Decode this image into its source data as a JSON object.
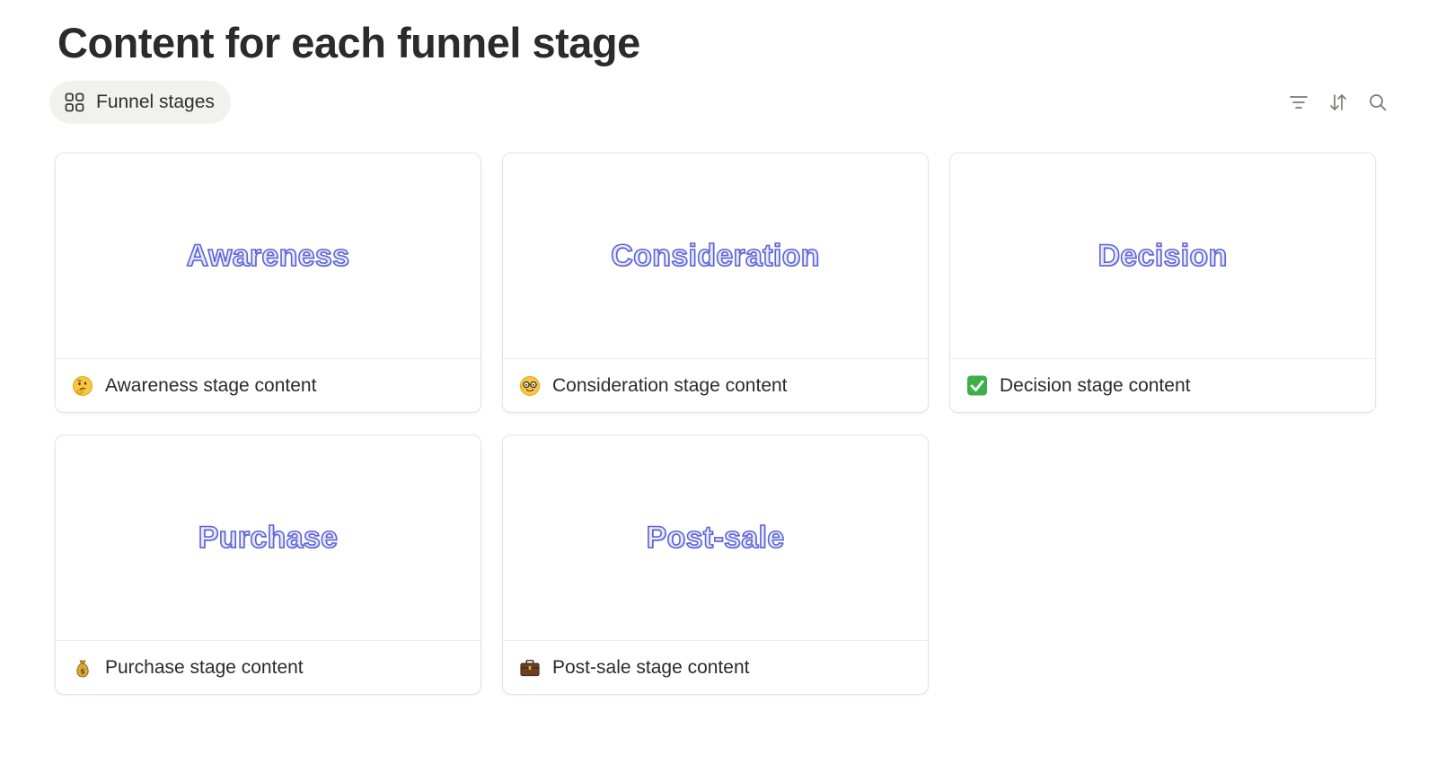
{
  "page": {
    "title": "Content for each funnel stage"
  },
  "view_tab": {
    "label": "Funnel stages",
    "icon": "gallery-grid-icon"
  },
  "toolbar": {
    "filter_icon": "filter-icon",
    "sort_icon": "sort-icon",
    "search_icon": "search-icon"
  },
  "colors": {
    "cover_text_fill": "#e6e9ff",
    "cover_text_stroke": "#5d63d6",
    "tab_background": "#f1f1ef"
  },
  "cards": [
    {
      "cover_text": "Awareness",
      "emoji": "thinking-face-emoji",
      "title": "Awareness stage content"
    },
    {
      "cover_text": "Consideration",
      "emoji": "nerd-face-emoji",
      "title": "Consideration stage content"
    },
    {
      "cover_text": "Decision",
      "emoji": "check-mark-button-emoji",
      "title": "Decision stage content"
    },
    {
      "cover_text": "Purchase",
      "emoji": "money-bag-emoji",
      "title": "Purchase stage content"
    },
    {
      "cover_text": "Post-sale",
      "emoji": "briefcase-emoji",
      "title": "Post-sale stage content"
    }
  ]
}
